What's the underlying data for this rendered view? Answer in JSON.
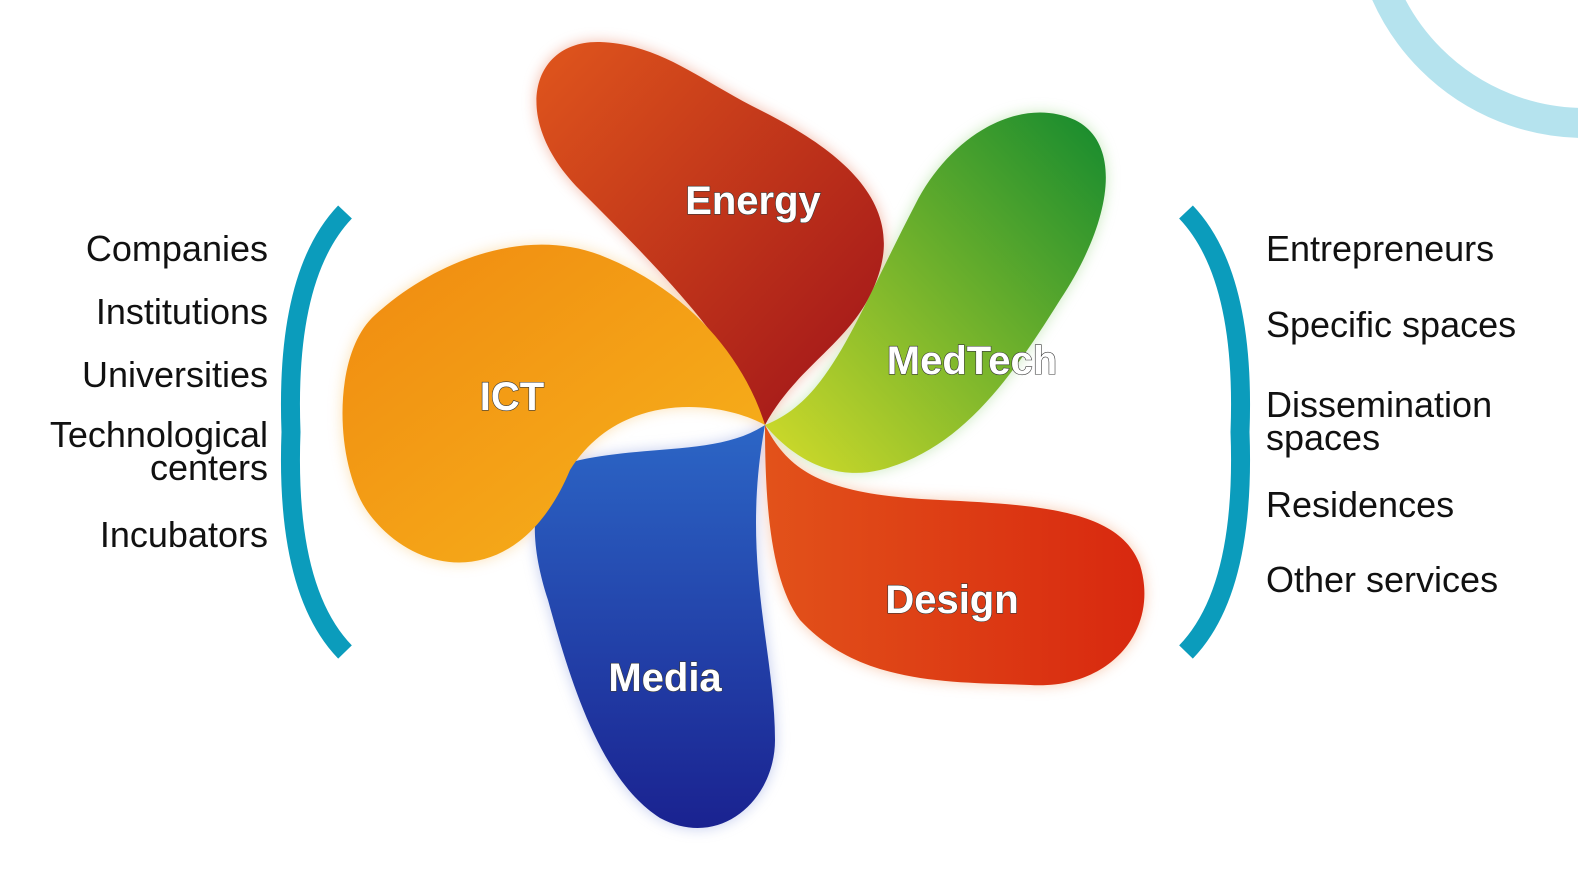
{
  "left_list": {
    "items": [
      "Companies",
      "Institutions",
      "Universities",
      "Technological\ncenters",
      "Incubators"
    ]
  },
  "right_list": {
    "items": [
      "Entrepreneurs",
      "Specific spaces",
      "Dissemination\nspaces",
      "Residences",
      "Other services"
    ]
  },
  "petals": [
    {
      "label": "Energy",
      "colors": [
        "#d6451a",
        "#a8161b"
      ]
    },
    {
      "label": "MedTech",
      "colors": [
        "#1f8a2a",
        "#b9d22a"
      ]
    },
    {
      "label": "Design",
      "colors": [
        "#d93a12",
        "#f07a1e"
      ]
    },
    {
      "label": "Media",
      "colors": [
        "#1b2f9c",
        "#2a6cc4"
      ]
    },
    {
      "label": "ICT",
      "colors": [
        "#f29d12",
        "#e86a10"
      ]
    }
  ],
  "colors": {
    "bracket": "#0b9cbc",
    "corner_ring": "#b5e3ee"
  }
}
